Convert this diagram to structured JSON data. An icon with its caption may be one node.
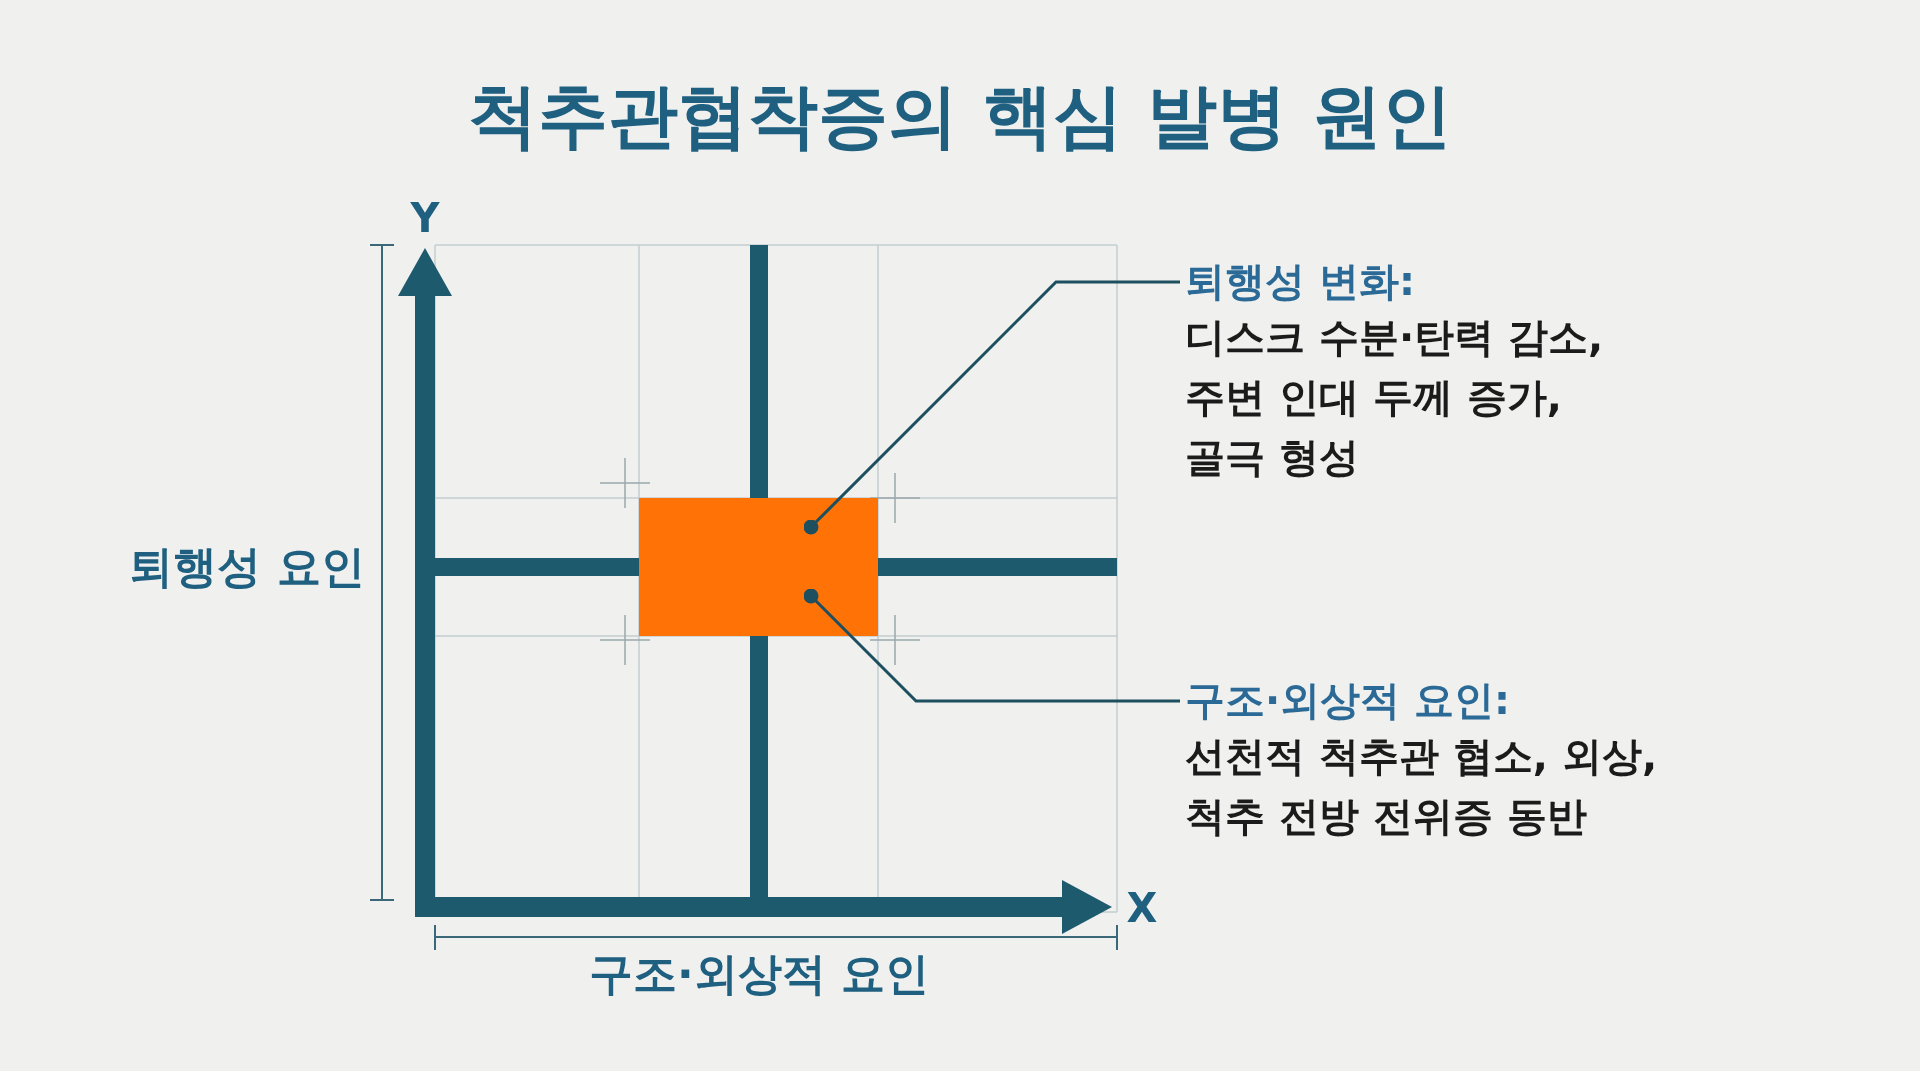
{
  "diagram": {
    "title": "척추관협착증의 핵심 발병 원인",
    "nodes": [
      {
        "text": [],
        "shape": "box"
      },
      {
        "text": [
          "퇴행성 변화:",
          "디스크 수분·탄력 감소, 주변 인대 두께 증가, 골극 형성"
        ]
      },
      {
        "text": [
          "구조·외상적 요인:",
          "선천적 척추관 협소, 외상, 척추 전방 전위증 동반"
        ]
      }
    ],
    "edges": [
      {
        "from": 1,
        "to": 0,
        "arrow": "other"
      },
      {
        "from": 2,
        "to": 0,
        "arrow": "other"
      }
    ],
    "labels": [
      "Y",
      "퇴행성 요인",
      "X",
      "구조·외상적 요인"
    ]
  }
}
